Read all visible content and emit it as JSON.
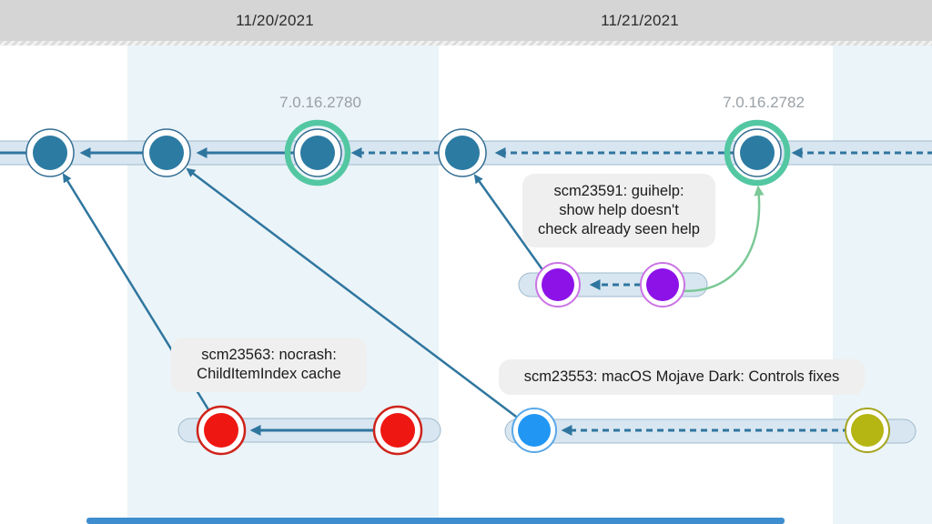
{
  "header": {
    "dates": [
      {
        "label": "11/20/2021"
      },
      {
        "label": "11/21/2021"
      }
    ]
  },
  "timeline": {
    "version_tags": [
      {
        "label": "7.0.16.2780"
      },
      {
        "label": "7.0.16.2782"
      }
    ],
    "tooltips": {
      "guihelp": "scm23591: guihelp:\nshow help doesn't\ncheck already seen help",
      "nocrash": "scm23563: nocrash:\nChildItemIndex cache",
      "mojave": "scm23553: macOS Mojave Dark: Controls fixes"
    }
  },
  "colors": {
    "header_bg": "#d5d5d5",
    "band_fill": "#ebf4f8",
    "lane_fill": "#d8e6f1",
    "lane_border": "#9fb9cc",
    "arrow_blue": "#2f769f",
    "node_disc_blue": "#2c7ba3",
    "node_border_blue": "#336d93",
    "tag_ring_green": "#53c7a2",
    "merge_curve_green": "#7bc996",
    "branch_purple_disc": "#8d12e8",
    "branch_purple_border": "#cb74e4",
    "branch_red_disc": "#ee1712",
    "branch_red_border": "#ce231a",
    "branch_blue_disc": "#2196f3",
    "branch_blue_border": "#59a8e8",
    "branch_yellow_disc": "#b5b513",
    "branch_yellow_border": "#a4a41f",
    "scroll_thumb": "#3e8ecf"
  }
}
